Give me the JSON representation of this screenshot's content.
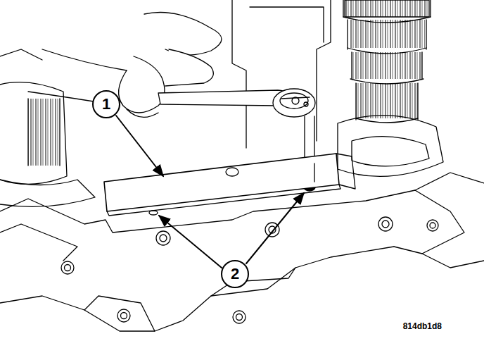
{
  "diagram": {
    "nodes": [
      {
        "text": [
          "1"
        ]
      },
      {
        "text": [
          "2"
        ]
      }
    ],
    "labels": [
      "814db1d8"
    ]
  }
}
